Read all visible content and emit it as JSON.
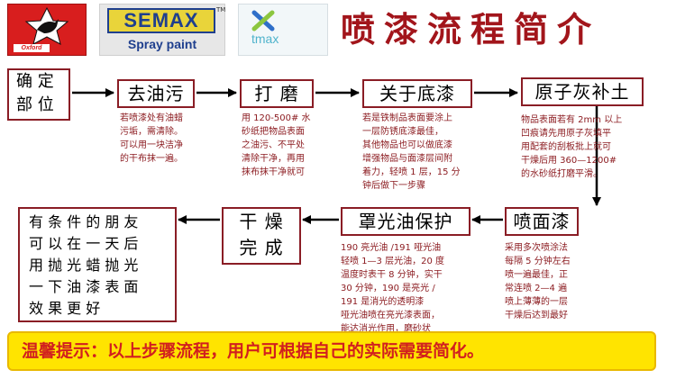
{
  "header": {
    "title": "喷漆流程简介",
    "logos": {
      "oxford": "Oxford",
      "semax_main": "SEMAX",
      "semax_tm": "TM",
      "semax_sub": "Spray paint",
      "tmax": "tmax"
    }
  },
  "steps": {
    "start": {
      "line1": "确 定",
      "line2": "部 位"
    },
    "degrease": {
      "label": "去油污",
      "note": [
        "若喷漆处有油蜡",
        "污垢，需清除。",
        "可以用一块洁净",
        "的干布抹一遍。"
      ]
    },
    "sand": {
      "label": "打 磨",
      "note": [
        "用 120-500# 水",
        "砂纸把物品表面",
        "之油污、不平处",
        "清除干净，再用",
        "抹布抹干净就可"
      ]
    },
    "primer": {
      "label": "关于底漆",
      "note": [
        "若是铁制品表面要涂上",
        "一层防锈底漆最佳，",
        "其他物品也可以做底漆",
        "增强物品与面漆层间附",
        "着力，轻喷 1 层，15 分",
        "钟后做下一步骤"
      ]
    },
    "putty": {
      "label": "原子灰补土",
      "note": [
        "物品表面若有 2mm 以上",
        "凹痕请先用原子灰填平",
        "用配套的刮板批上就可",
        "干燥后用 360—1200#",
        "的水砂纸打磨平滑。"
      ]
    },
    "spray": {
      "label": "喷面漆",
      "note": [
        "采用多次喷涂法",
        "每隔 5 分钟左右",
        "喷一遍最佳，正",
        "常连喷 2—4 遍",
        "喷上薄薄的一层",
        "干燥后达到最好"
      ]
    },
    "clear": {
      "label": "罩光油保护",
      "note": [
        "190 亮光油 /191 哑光油",
        "轻喷 1—3 层光油，20 度",
        "温度时表干 8 分钟，实干",
        "30 分钟，190 是亮光 /",
        "191 是消光的透明漆",
        "哑光油喷在亮光漆表面，",
        "能达消光作用，磨砂状"
      ]
    },
    "dry": {
      "line1": "干 燥",
      "line2": "完 成"
    },
    "final": {
      "lines": [
        "有 条 件 的 朋 友",
        "可 以 在 一 天 后",
        "用 抛 光 蜡 抛 光",
        "一 下 油 漆 表 面",
        "效 果 更 好"
      ]
    }
  },
  "tip": "温馨提示：以上步骤流程，用户可根据自己的实际需要简化。",
  "colors": {
    "box_border": "#8a1d25",
    "note_text": "#8b1a1f",
    "title": "#a2151b",
    "tip_bg": "#ffe400",
    "tip_text": "#d11f1f"
  }
}
